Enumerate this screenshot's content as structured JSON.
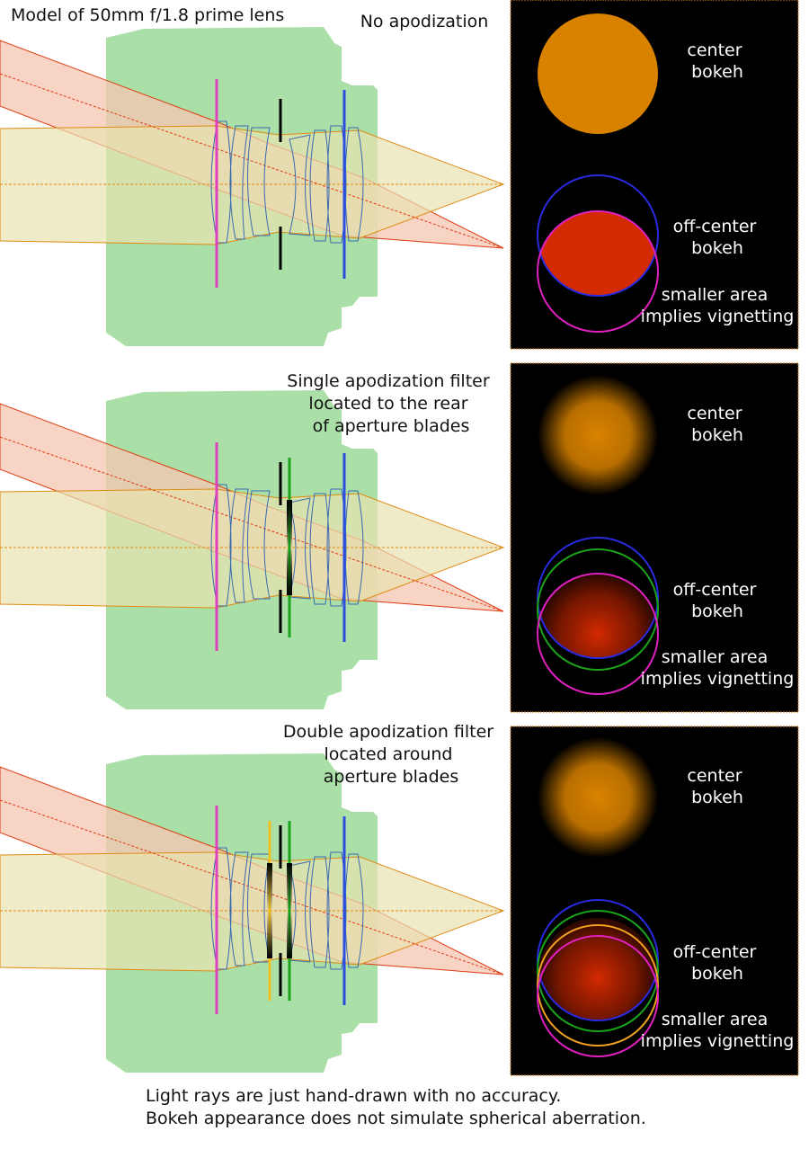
{
  "title": "Model of 50mm f/1.8 prime lens",
  "panels": [
    {
      "heading": [
        "No apodization"
      ],
      "filters": [],
      "center_label": [
        "center",
        "bokeh"
      ],
      "offcenter_label": [
        "off-center",
        "bokeh"
      ],
      "vignetting_label": [
        "smaller area",
        "implies vignetting"
      ],
      "style": "sharp"
    },
    {
      "heading": [
        "Single apodization filter",
        "located to the rear",
        "of aperture blades"
      ],
      "filters": [
        "green"
      ],
      "center_label": [
        "center",
        "bokeh"
      ],
      "offcenter_label": [
        "off-center",
        "bokeh"
      ],
      "vignetting_label": [
        "smaller area",
        "implies vignetting"
      ],
      "style": "soft"
    },
    {
      "heading": [
        "Double apodization filter",
        "located around",
        "aperture blades"
      ],
      "filters": [
        "green",
        "yellow"
      ],
      "center_label": [
        "center",
        "bokeh"
      ],
      "offcenter_label": [
        "off-center",
        "bokeh"
      ],
      "vignetting_label": [
        "smaller area",
        "implies vignetting"
      ],
      "style": "soft"
    }
  ],
  "footnote": [
    "Light rays are just hand-drawn with no accuracy.",
    "Bokeh appearance does not simulate spherical aberration."
  ],
  "colors": {
    "lens_body": "#abdfa8",
    "front_stop": "#e040c0",
    "rear_stop": "#2a4ee0",
    "aperture_blades": "#000000",
    "rear_filter": "#1aa41a",
    "front_filter": "#f0c020",
    "center_bokeh": "#d98200",
    "offcenter_bokeh": "#d42a00",
    "offaxis_beam": "#f6c6b2",
    "onaxis_beam": "#e8e2b0"
  }
}
